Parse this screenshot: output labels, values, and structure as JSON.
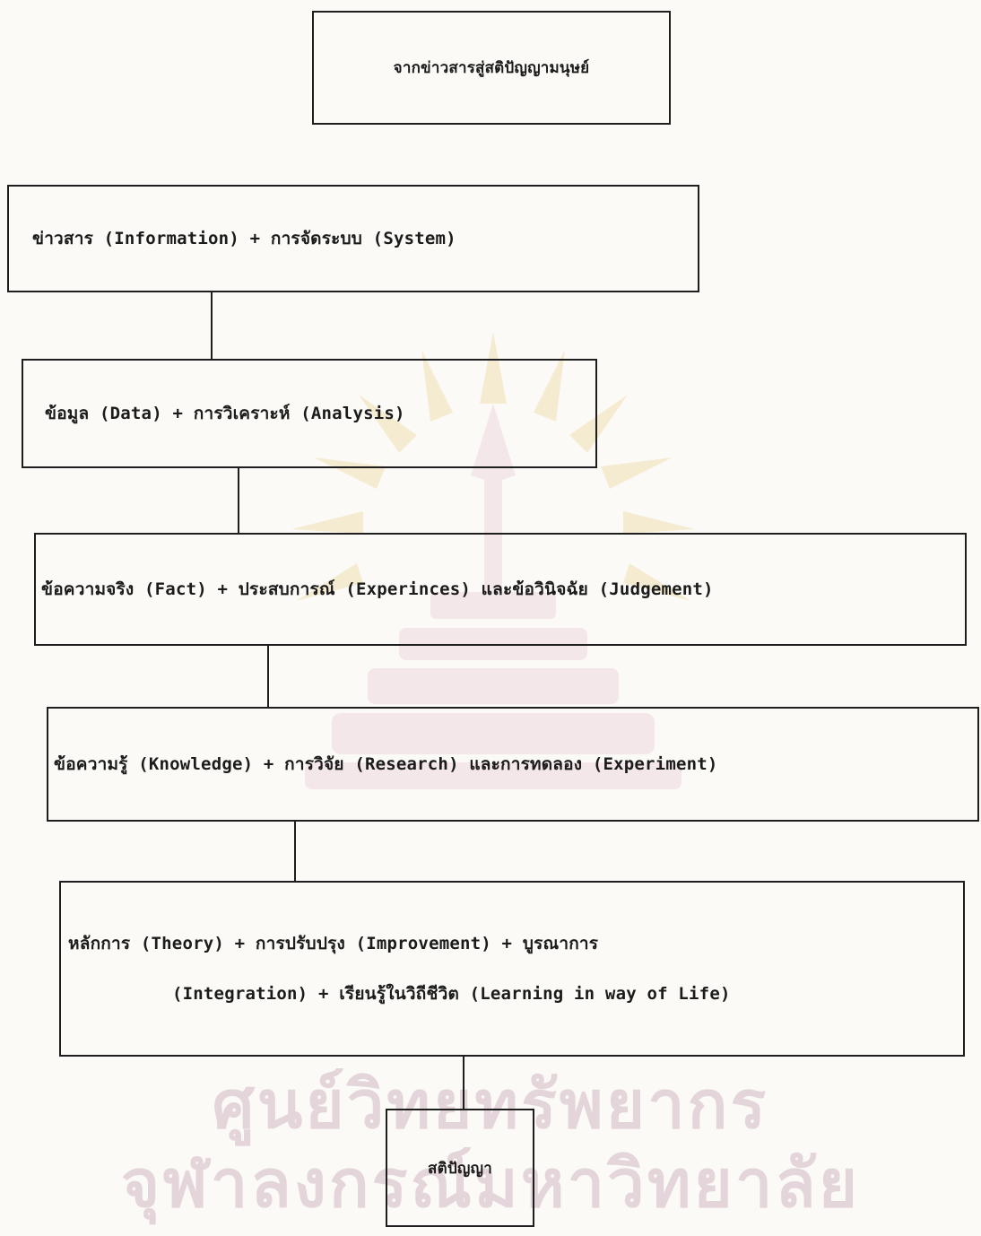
{
  "title_box": "จากข่าวสารสู่สติปัญญามนุษย์",
  "steps": [
    {
      "line1": "ข่าวสาร  (Information)  +  การจัดระบบ  (System)"
    },
    {
      "line1": "ข้อมูล (Data)  +  การวิเคราะห์ (Analysis)"
    },
    {
      "line1": "ข้อความจริง (Fact) + ประสบการณ์ (Experinces) และข้อวินิจฉัย (Judgement)"
    },
    {
      "line1": "ข้อความรู้ (Knowledge) + การวิจัย (Research) และการทดลอง (Experiment)"
    },
    {
      "line1": "หลักการ (Theory) + การปรับปรุง (Improvement) + บูรณาการ",
      "line2": "(Integration) + เรียนรู้ในวิถีชีวิต (Learning in way of Life)"
    }
  ],
  "result_box": "สติปัญญา",
  "watermark": {
    "line1": "ศูนย์วิทยทรัพยากร",
    "line2": "จุฬาลงกรณ์มหาวิทยาลัย"
  },
  "colors": {
    "ink": "#1e1e1e",
    "paper": "#fbfaf7",
    "watermark_gold": "#e2b94d",
    "watermark_pink": "#d9a9bd"
  }
}
